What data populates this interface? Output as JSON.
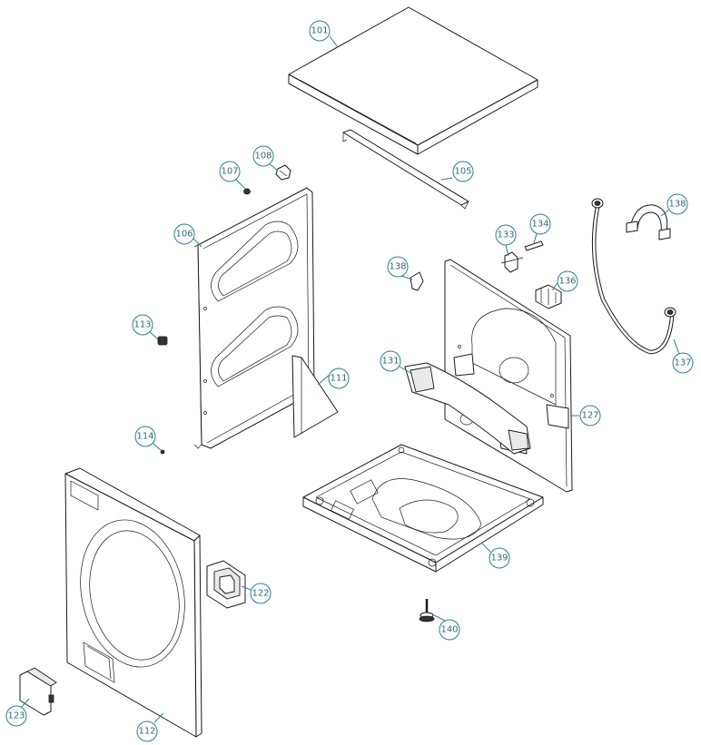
{
  "colors": {
    "callout": "#2e7f8a",
    "line": "#1a1a1a"
  },
  "callouts": [
    {
      "label": "101",
      "part": "top-cover"
    },
    {
      "label": "105",
      "part": "rail"
    },
    {
      "label": "106",
      "part": "side-panel-left"
    },
    {
      "label": "107",
      "part": "screw"
    },
    {
      "label": "108",
      "part": "hinge-clip"
    },
    {
      "label": "111",
      "part": "triangular-bracket"
    },
    {
      "label": "113",
      "part": "grommet"
    },
    {
      "label": "114",
      "part": "small-screw"
    },
    {
      "label": "112",
      "part": "front-panel"
    },
    {
      "label": "122",
      "part": "door-lock-frame"
    },
    {
      "label": "123",
      "part": "service-cover"
    },
    {
      "label": "131",
      "part": "cross-brace"
    },
    {
      "label": "133",
      "part": "valve"
    },
    {
      "label": "134",
      "part": "bolt"
    },
    {
      "label": "136",
      "part": "connector-block"
    },
    {
      "label": "138",
      "part": "hose-clip"
    },
    {
      "label": "138",
      "part": "small-clip"
    },
    {
      "label": "127",
      "part": "rear-bracket"
    },
    {
      "label": "137",
      "part": "inlet-hose"
    },
    {
      "label": "139",
      "part": "base-frame"
    },
    {
      "label": "140",
      "part": "adjustable-foot"
    }
  ]
}
